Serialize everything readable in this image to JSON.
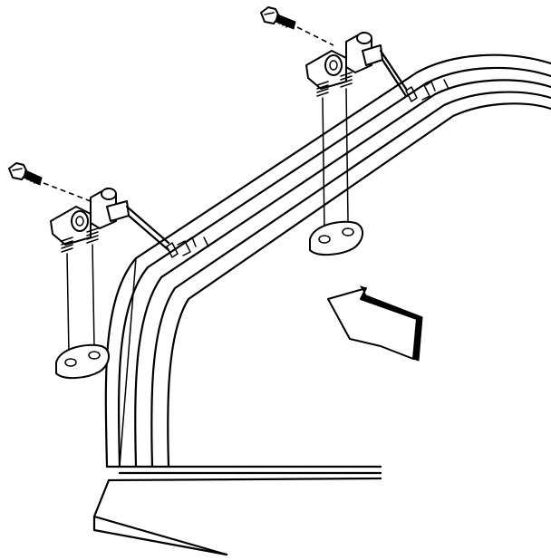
{
  "diagram": {
    "type": "exploded-assembly-illustration",
    "colors": {
      "line": "#000000",
      "background": "#ffffff"
    },
    "parts": [
      {
        "name": "bolt",
        "count": 2
      },
      {
        "name": "hinge-bracket",
        "count": 2
      },
      {
        "name": "spring",
        "count": 2
      },
      {
        "name": "mounting-pad",
        "count": 2
      },
      {
        "name": "roof-rail",
        "count": 1
      },
      {
        "name": "arrow",
        "count": 1
      }
    ]
  }
}
